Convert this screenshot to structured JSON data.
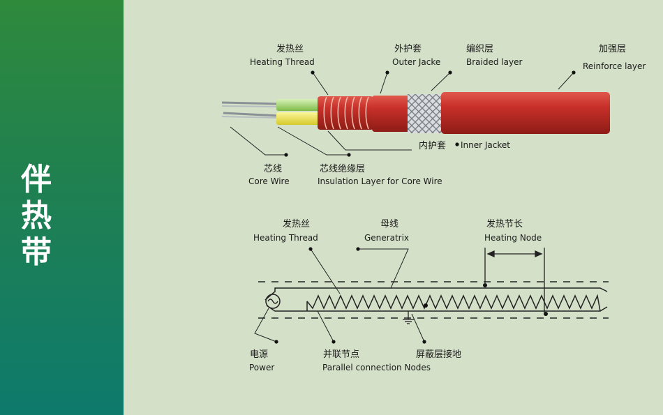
{
  "sidebar": {
    "title_chars": [
      "伴",
      "热",
      "带"
    ]
  },
  "cable_section": {
    "labels": {
      "heating_thread": {
        "zh": "发热丝",
        "en": "Heating Thread"
      },
      "outer_jacket": {
        "zh": "外护套",
        "en": "Outer Jacke"
      },
      "braided_layer": {
        "zh": "编织层",
        "en": "Braided layer"
      },
      "reinforce_layer": {
        "zh": "加强层",
        "en": "Reinforce layer"
      },
      "inner_jacket": {
        "zh": "内护套",
        "en": "Inner Jacket"
      },
      "core_wire": {
        "zh": "芯线",
        "en": "Core Wire"
      },
      "insulation": {
        "zh": "芯线绝缘层",
        "en": "Insulation Layer for Core Wire"
      }
    }
  },
  "circuit_section": {
    "labels": {
      "heating_thread": {
        "zh": "发热丝",
        "en": "Heating Thread"
      },
      "generatrix": {
        "zh": "母线",
        "en": "Generatrix"
      },
      "heating_node": {
        "zh": "发热节长",
        "en": "Heating Node"
      },
      "power": {
        "zh": "电源",
        "en": "Power"
      },
      "parallel_nodes": {
        "zh": "并联节点",
        "en": "Parallel connection Nodes"
      },
      "ground": {
        "zh": "屏蔽层接地"
      }
    }
  },
  "colors": {
    "sidebar_top": "#2f8a3c",
    "sidebar_bottom": "#0e7a6c",
    "background": "#d4e0c8",
    "outer_jacket": "#c8302a",
    "insulation_green": "#9ad36a",
    "insulation_yellow": "#e8e04a"
  }
}
